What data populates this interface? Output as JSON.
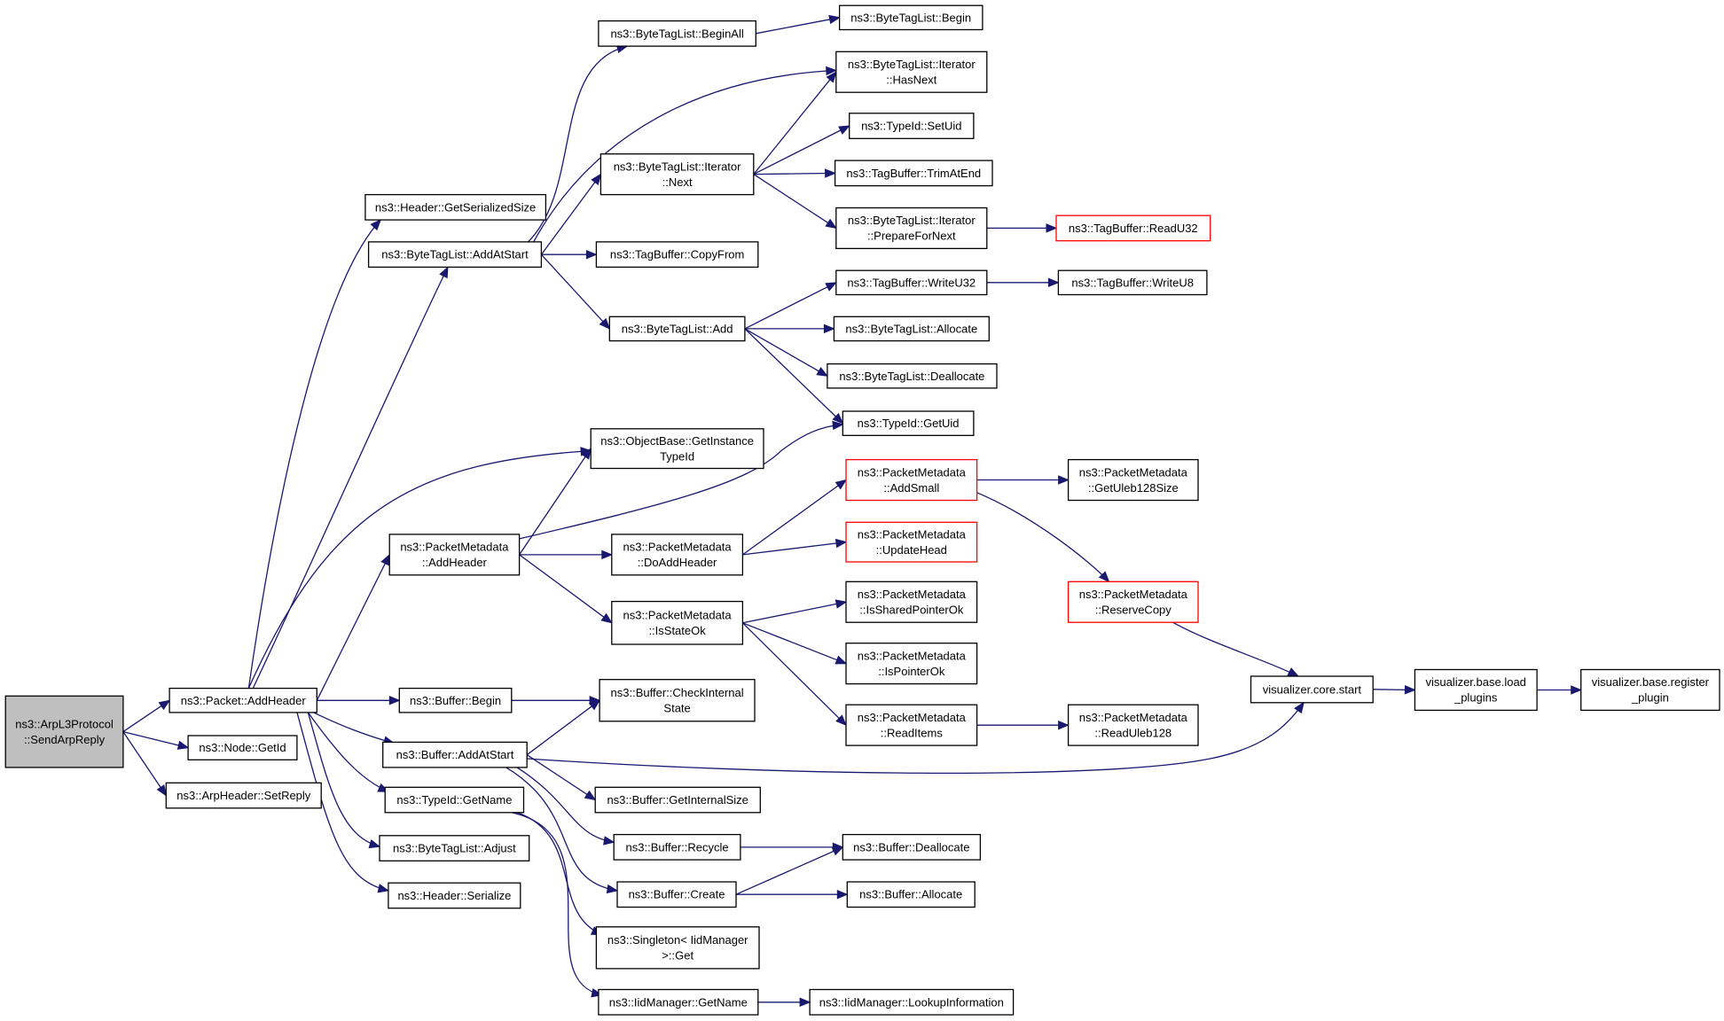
{
  "diagram": {
    "type": "call-graph",
    "colors": {
      "edge": "#191970",
      "root_fill": "#bfbfbf",
      "truncated_border": "#ff0000",
      "border": "#000000"
    },
    "nodes": [
      {
        "id": "n_arp_sendreply",
        "lines": [
          "ns3::ArpL3Protocol",
          "::SendArpReply"
        ],
        "style": "root"
      },
      {
        "id": "n_packet_addheader",
        "lines": [
          "ns3::Packet::AddHeader"
        ]
      },
      {
        "id": "n_node_getid",
        "lines": [
          "ns3::Node::GetId"
        ]
      },
      {
        "id": "n_arpheader_setreply",
        "lines": [
          "ns3::ArpHeader::SetReply"
        ]
      },
      {
        "id": "n_header_getserializedsize",
        "lines": [
          "ns3::Header::GetSerializedSize"
        ]
      },
      {
        "id": "n_btl_addatstart",
        "lines": [
          "ns3::ByteTagList::AddAtStart"
        ]
      },
      {
        "id": "n_pm_addheader",
        "lines": [
          "ns3::PacketMetadata",
          "::AddHeader"
        ]
      },
      {
        "id": "n_buffer_begin",
        "lines": [
          "ns3::Buffer::Begin"
        ]
      },
      {
        "id": "n_buffer_addatstart",
        "lines": [
          "ns3::Buffer::AddAtStart"
        ]
      },
      {
        "id": "n_typeid_getname",
        "lines": [
          "ns3::TypeId::GetName"
        ]
      },
      {
        "id": "n_btl_adjust",
        "lines": [
          "ns3::ByteTagList::Adjust"
        ]
      },
      {
        "id": "n_header_serialize",
        "lines": [
          "ns3::Header::Serialize"
        ]
      },
      {
        "id": "n_btl_beginall",
        "lines": [
          "ns3::ByteTagList::BeginAll"
        ]
      },
      {
        "id": "n_btl_iter_next",
        "lines": [
          "ns3::ByteTagList::Iterator",
          "::Next"
        ]
      },
      {
        "id": "n_tagbuffer_copyfrom",
        "lines": [
          "ns3::TagBuffer::CopyFrom"
        ]
      },
      {
        "id": "n_btl_add",
        "lines": [
          "ns3::ByteTagList::Add"
        ]
      },
      {
        "id": "n_objectbase_getinstancetypeid",
        "lines": [
          "ns3::ObjectBase::GetInstance",
          "TypeId"
        ]
      },
      {
        "id": "n_pm_doaddheader",
        "lines": [
          "ns3::PacketMetadata",
          "::DoAddHeader"
        ]
      },
      {
        "id": "n_pm_isstateok",
        "lines": [
          "ns3::PacketMetadata",
          "::IsStateOk"
        ]
      },
      {
        "id": "n_buffer_checkinternalstate",
        "lines": [
          "ns3::Buffer::CheckInternal",
          "State"
        ]
      },
      {
        "id": "n_buffer_getinternalsize",
        "lines": [
          "ns3::Buffer::GetInternalSize"
        ]
      },
      {
        "id": "n_buffer_recycle",
        "lines": [
          "ns3::Buffer::Recycle"
        ]
      },
      {
        "id": "n_buffer_create",
        "lines": [
          "ns3::Buffer::Create"
        ]
      },
      {
        "id": "n_singleton_get",
        "lines": [
          "ns3::Singleton< IidManager",
          " >::Get"
        ]
      },
      {
        "id": "n_iidmanager_getname",
        "lines": [
          "ns3::IidManager::GetName"
        ]
      },
      {
        "id": "n_btl_begin",
        "lines": [
          "ns3::ByteTagList::Begin"
        ]
      },
      {
        "id": "n_btl_iter_hasnext",
        "lines": [
          "ns3::ByteTagList::Iterator",
          "::HasNext"
        ]
      },
      {
        "id": "n_typeid_setuid",
        "lines": [
          "ns3::TypeId::SetUid"
        ]
      },
      {
        "id": "n_tagbuffer_trimatend",
        "lines": [
          "ns3::TagBuffer::TrimAtEnd"
        ]
      },
      {
        "id": "n_btl_iter_prepare",
        "lines": [
          "ns3::ByteTagList::Iterator",
          "::PrepareForNext"
        ]
      },
      {
        "id": "n_tagbuffer_writeu32",
        "lines": [
          "ns3::TagBuffer::WriteU32"
        ]
      },
      {
        "id": "n_btl_allocate",
        "lines": [
          "ns3::ByteTagList::Allocate"
        ]
      },
      {
        "id": "n_btl_deallocate",
        "lines": [
          "ns3::ByteTagList::Deallocate"
        ]
      },
      {
        "id": "n_typeid_getuid",
        "lines": [
          "ns3::TypeId::GetUid"
        ]
      },
      {
        "id": "n_pm_addsmall",
        "lines": [
          "ns3::PacketMetadata",
          "::AddSmall"
        ],
        "style": "truncated"
      },
      {
        "id": "n_pm_updatehead",
        "lines": [
          "ns3::PacketMetadata",
          "::UpdateHead"
        ],
        "style": "truncated"
      },
      {
        "id": "n_pm_issharedpointerok",
        "lines": [
          "ns3::PacketMetadata",
          "::IsSharedPointerOk"
        ]
      },
      {
        "id": "n_pm_ispointerok",
        "lines": [
          "ns3::PacketMetadata",
          "::IsPointerOk"
        ]
      },
      {
        "id": "n_pm_readitems",
        "lines": [
          "ns3::PacketMetadata",
          "::ReadItems"
        ]
      },
      {
        "id": "n_buffer_deallocate",
        "lines": [
          "ns3::Buffer::Deallocate"
        ]
      },
      {
        "id": "n_buffer_allocate",
        "lines": [
          "ns3::Buffer::Allocate"
        ]
      },
      {
        "id": "n_iidmanager_lookupinformation",
        "lines": [
          "ns3::IidManager::LookupInformation"
        ]
      },
      {
        "id": "n_tagbuffer_readu32",
        "lines": [
          "ns3::TagBuffer::ReadU32"
        ],
        "style": "truncated"
      },
      {
        "id": "n_tagbuffer_writeu8",
        "lines": [
          "ns3::TagBuffer::WriteU8"
        ]
      },
      {
        "id": "n_pm_getuleb128size",
        "lines": [
          "ns3::PacketMetadata",
          "::GetUleb128Size"
        ]
      },
      {
        "id": "n_pm_reservecopy",
        "lines": [
          "ns3::PacketMetadata",
          "::ReserveCopy"
        ],
        "style": "truncated"
      },
      {
        "id": "n_pm_readuleb128",
        "lines": [
          "ns3::PacketMetadata",
          "::ReadUleb128"
        ]
      },
      {
        "id": "n_vis_core_start",
        "lines": [
          "visualizer.core.start"
        ]
      },
      {
        "id": "n_vis_base_loadplugins",
        "lines": [
          "visualizer.base.load",
          "_plugins"
        ]
      },
      {
        "id": "n_vis_base_registerplugin",
        "lines": [
          "visualizer.base.register",
          "_plugin"
        ]
      }
    ],
    "edges": [
      [
        "n_arp_sendreply",
        "n_packet_addheader"
      ],
      [
        "n_arp_sendreply",
        "n_node_getid"
      ],
      [
        "n_arp_sendreply",
        "n_arpheader_setreply"
      ],
      [
        "n_packet_addheader",
        "n_header_getserializedsize"
      ],
      [
        "n_packet_addheader",
        "n_btl_addatstart"
      ],
      [
        "n_packet_addheader",
        "n_pm_addheader"
      ],
      [
        "n_packet_addheader",
        "n_objectbase_getinstancetypeid"
      ],
      [
        "n_packet_addheader",
        "n_buffer_begin"
      ],
      [
        "n_packet_addheader",
        "n_buffer_addatstart"
      ],
      [
        "n_packet_addheader",
        "n_typeid_getname"
      ],
      [
        "n_packet_addheader",
        "n_btl_adjust"
      ],
      [
        "n_packet_addheader",
        "n_header_serialize"
      ],
      [
        "n_btl_addatstart",
        "n_btl_beginall"
      ],
      [
        "n_btl_addatstart",
        "n_btl_iter_hasnext"
      ],
      [
        "n_btl_addatstart",
        "n_btl_iter_next"
      ],
      [
        "n_btl_addatstart",
        "n_tagbuffer_copyfrom"
      ],
      [
        "n_btl_addatstart",
        "n_btl_add"
      ],
      [
        "n_btl_beginall",
        "n_btl_begin"
      ],
      [
        "n_btl_iter_next",
        "n_btl_iter_hasnext"
      ],
      [
        "n_btl_iter_next",
        "n_typeid_setuid"
      ],
      [
        "n_btl_iter_next",
        "n_tagbuffer_trimatend"
      ],
      [
        "n_btl_iter_next",
        "n_btl_iter_prepare"
      ],
      [
        "n_btl_iter_prepare",
        "n_tagbuffer_readu32"
      ],
      [
        "n_btl_add",
        "n_tagbuffer_writeu32"
      ],
      [
        "n_btl_add",
        "n_btl_allocate"
      ],
      [
        "n_btl_add",
        "n_btl_deallocate"
      ],
      [
        "n_btl_add",
        "n_typeid_getuid"
      ],
      [
        "n_tagbuffer_writeu32",
        "n_tagbuffer_writeu8"
      ],
      [
        "n_pm_addheader",
        "n_objectbase_getinstancetypeid"
      ],
      [
        "n_pm_addheader",
        "n_typeid_getuid"
      ],
      [
        "n_pm_addheader",
        "n_pm_doaddheader"
      ],
      [
        "n_pm_addheader",
        "n_pm_isstateok"
      ],
      [
        "n_pm_doaddheader",
        "n_pm_addsmall"
      ],
      [
        "n_pm_doaddheader",
        "n_pm_updatehead"
      ],
      [
        "n_pm_addsmall",
        "n_pm_getuleb128size"
      ],
      [
        "n_pm_addsmall",
        "n_pm_reservecopy"
      ],
      [
        "n_pm_reservecopy",
        "n_vis_core_start"
      ],
      [
        "n_pm_isstateok",
        "n_pm_issharedpointerok"
      ],
      [
        "n_pm_isstateok",
        "n_pm_ispointerok"
      ],
      [
        "n_pm_isstateok",
        "n_pm_readitems"
      ],
      [
        "n_pm_readitems",
        "n_pm_readuleb128"
      ],
      [
        "n_buffer_begin",
        "n_buffer_checkinternalstate"
      ],
      [
        "n_buffer_addatstart",
        "n_buffer_checkinternalstate"
      ],
      [
        "n_buffer_addatstart",
        "n_vis_core_start"
      ],
      [
        "n_buffer_addatstart",
        "n_buffer_getinternalsize"
      ],
      [
        "n_buffer_addatstart",
        "n_buffer_recycle"
      ],
      [
        "n_buffer_addatstart",
        "n_buffer_create"
      ],
      [
        "n_buffer_recycle",
        "n_buffer_deallocate"
      ],
      [
        "n_buffer_create",
        "n_buffer_deallocate"
      ],
      [
        "n_buffer_create",
        "n_buffer_allocate"
      ],
      [
        "n_typeid_getname",
        "n_singleton_get"
      ],
      [
        "n_typeid_getname",
        "n_iidmanager_getname"
      ],
      [
        "n_iidmanager_getname",
        "n_iidmanager_lookupinformation"
      ],
      [
        "n_vis_core_start",
        "n_vis_base_loadplugins"
      ],
      [
        "n_vis_base_loadplugins",
        "n_vis_base_registerplugin"
      ]
    ]
  }
}
